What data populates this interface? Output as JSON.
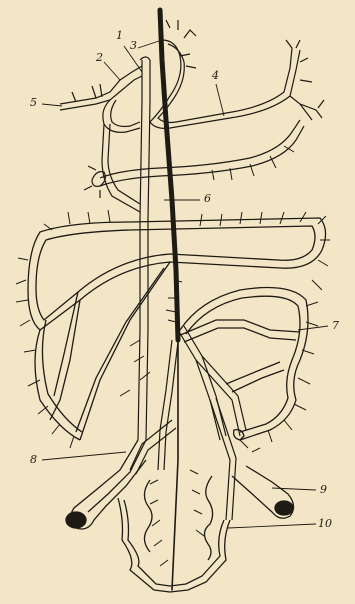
{
  "colors": {
    "paper": "#f2e6c6",
    "ink": "#1e1a14",
    "vessel_fill": "#f5ead0"
  },
  "callouts": [
    {
      "id": "1",
      "text": "1"
    },
    {
      "id": "2",
      "text": "2"
    },
    {
      "id": "3",
      "text": "3"
    },
    {
      "id": "4",
      "text": "4"
    },
    {
      "id": "5",
      "text": "5"
    },
    {
      "id": "6",
      "text": "6"
    },
    {
      "id": "7",
      "text": "7"
    },
    {
      "id": "8",
      "text": "8"
    },
    {
      "id": "9",
      "text": "9"
    },
    {
      "id": "10",
      "text": "10"
    }
  ]
}
